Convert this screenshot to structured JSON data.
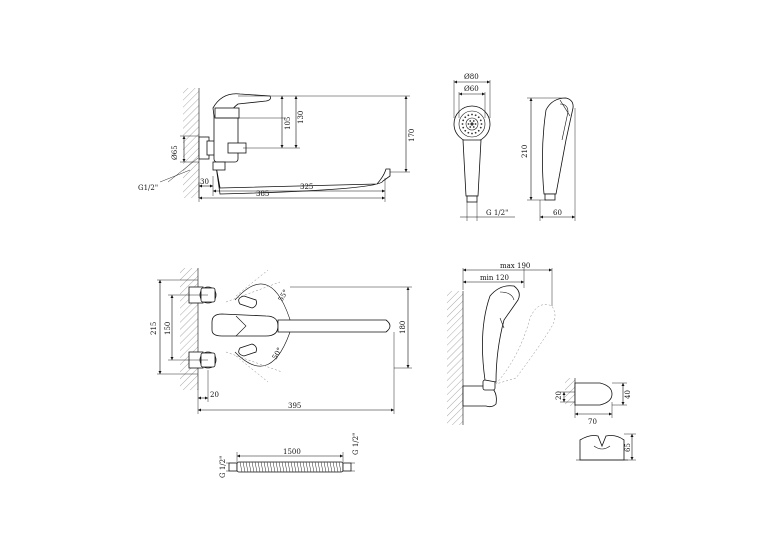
{
  "front_view": {
    "dims": {
      "h105": "105",
      "h130": "130",
      "h170": "170",
      "d65": "Ø65",
      "thread": "G1/2\"",
      "w30": "30",
      "w325": "325",
      "w385": "385"
    }
  },
  "shower_head": {
    "dims": {
      "d80": "Ø80",
      "d60": "Ø60",
      "thread": "G 1/2\"",
      "h210": "210",
      "w60": "60"
    }
  },
  "top_view": {
    "dims": {
      "w215": "215",
      "w150": "150",
      "l180": "180",
      "w20": "20",
      "l395": "395",
      "a55": "55°",
      "a50": "50°"
    }
  },
  "holder_view": {
    "dims": {
      "max190": "max 190",
      "min120": "min 120"
    }
  },
  "bracket": {
    "dims": {
      "h20": "20",
      "h40": "40",
      "w70": "70",
      "h65": "65"
    }
  },
  "hose": {
    "dims": {
      "l1500": "1500",
      "thread_left": "G 1/2\"",
      "thread_right": "G 1/2\""
    }
  }
}
